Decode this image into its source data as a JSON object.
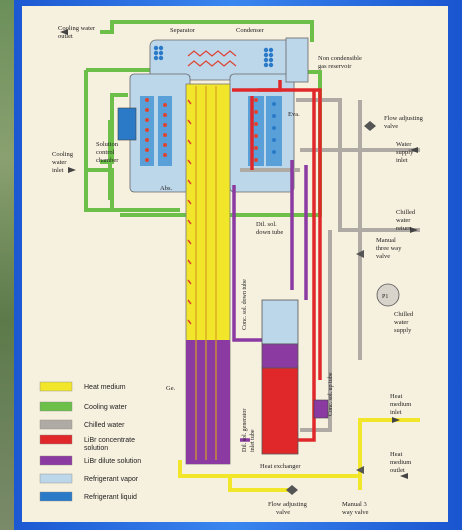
{
  "labels": {
    "cooling_water_outlet": [
      "Cooling water",
      "outlet"
    ],
    "separator": "Separator",
    "condenser": "Condenser",
    "non_condensible": [
      "Non condensible",
      "gas reservoir"
    ],
    "cooling_water_inlet": [
      "Cooling",
      "water",
      "inlet"
    ],
    "solution_control": [
      "Solution",
      "control",
      "chamber"
    ],
    "abs": "Abs.",
    "eva": "Eva.",
    "flow_adjusting_top": [
      "Flow adjusting",
      "valve"
    ],
    "water_supply_inlet": [
      "Water",
      "supply",
      "inlet"
    ],
    "chilled_water_return": [
      "Chilled",
      "water",
      "return"
    ],
    "manual_three_way": [
      "Manual",
      "three way",
      "valve"
    ],
    "chilled_water_supply": [
      "Chilled",
      "water",
      "supply"
    ],
    "pump": "P1",
    "dil_sol_down": [
      "Dil. sol.",
      "down tube"
    ],
    "conc_sol_down": "Conc. sol. down tube",
    "conc_sol_up": "Conc. sol. up tube",
    "dil_sol_gen": [
      "Dil. sol. generator",
      "inlet tube"
    ],
    "ge": "Ge.",
    "heat_exchanger": "Heat exchanger",
    "heat_medium_inlet": [
      "Heat",
      "medium",
      "inlet"
    ],
    "heat_medium_outlet": [
      "Heat",
      "medium",
      "outlet"
    ],
    "flow_adjusting_bottom": [
      "Flow adjusting",
      "valve"
    ],
    "manual_3way_bottom": [
      "Manual 3",
      "way valve"
    ]
  },
  "legend": [
    {
      "label": "Heat medium",
      "color": "#f2e62a"
    },
    {
      "label": "Cooling water",
      "color": "#6cc04a"
    },
    {
      "label": "Chilled water",
      "color": "#b0aaa4"
    },
    {
      "label": "LiBr concentrate\nsolution",
      "color": "#e0282a"
    },
    {
      "label": "LiBr dilute solution",
      "color": "#8a3aa0"
    },
    {
      "label": "Refrigerant vapor",
      "color": "#bcd6ea"
    },
    {
      "label": "Refrigerant liquid",
      "color": "#2a7ac8"
    }
  ]
}
